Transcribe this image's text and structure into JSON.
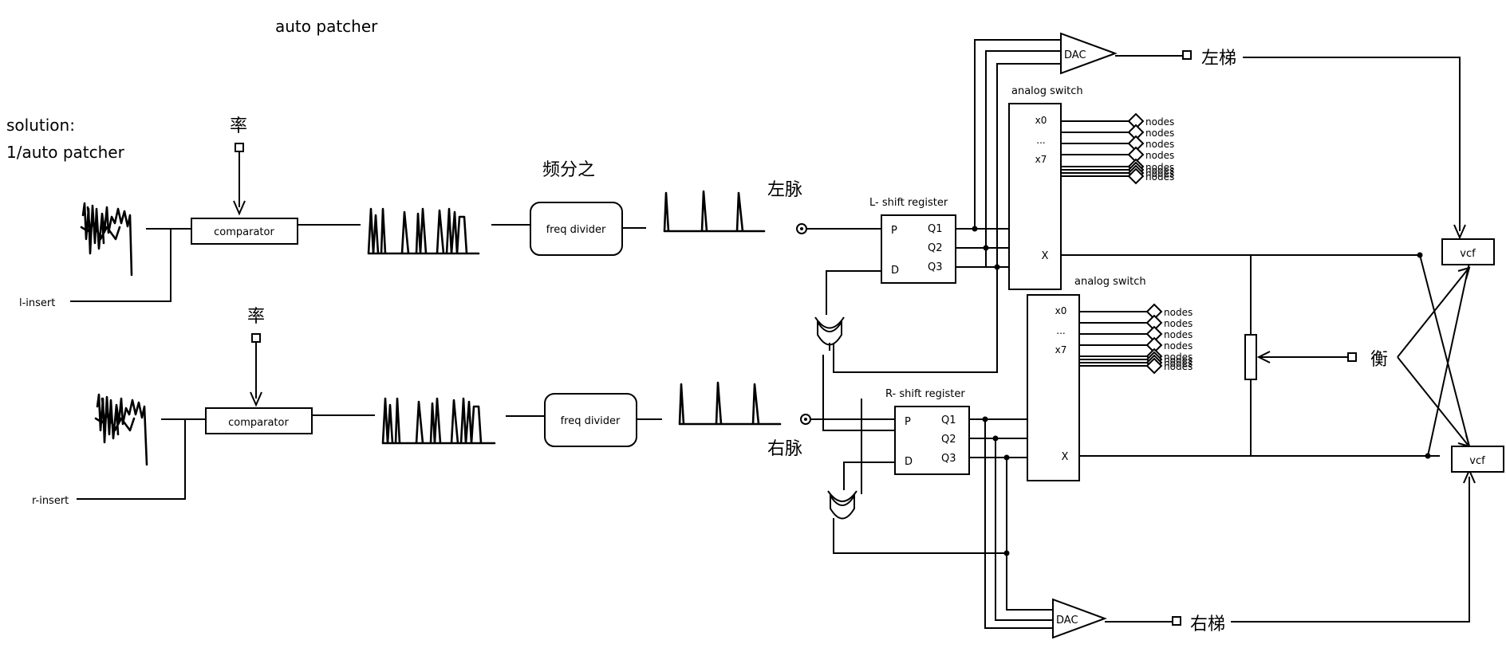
{
  "title": "auto patcher",
  "solution": {
    "heading": "solution:",
    "item": "1/auto patcher"
  },
  "left_chain": {
    "rate_label": "率",
    "comparator": "comparator",
    "insert": "l-insert",
    "divider_caption": "频分之",
    "freq_divider": "freq divider",
    "pulse_label": "左脉",
    "shift_register": "L- shift register",
    "analog_switch": "analog switch",
    "dac": "DAC",
    "ladder_label": "左梯",
    "vcf": "vcf"
  },
  "right_chain": {
    "rate_label": "率",
    "comparator": "comparator",
    "insert": "r-insert",
    "freq_divider": "freq divider",
    "pulse_label": "右脉",
    "shift_register": "R- shift register",
    "analog_switch": "analog switch",
    "dac": "DAC",
    "ladder_label": "右梯",
    "vcf": "vcf"
  },
  "register_pins": {
    "p": "P",
    "d": "D",
    "q1": "Q1",
    "q2": "Q2",
    "q3": "Q3"
  },
  "switch_pins": {
    "x0": "x0",
    "dots": "...",
    "x7": "x7",
    "x": "X"
  },
  "node_label": "nodes",
  "balance_label": "衡"
}
